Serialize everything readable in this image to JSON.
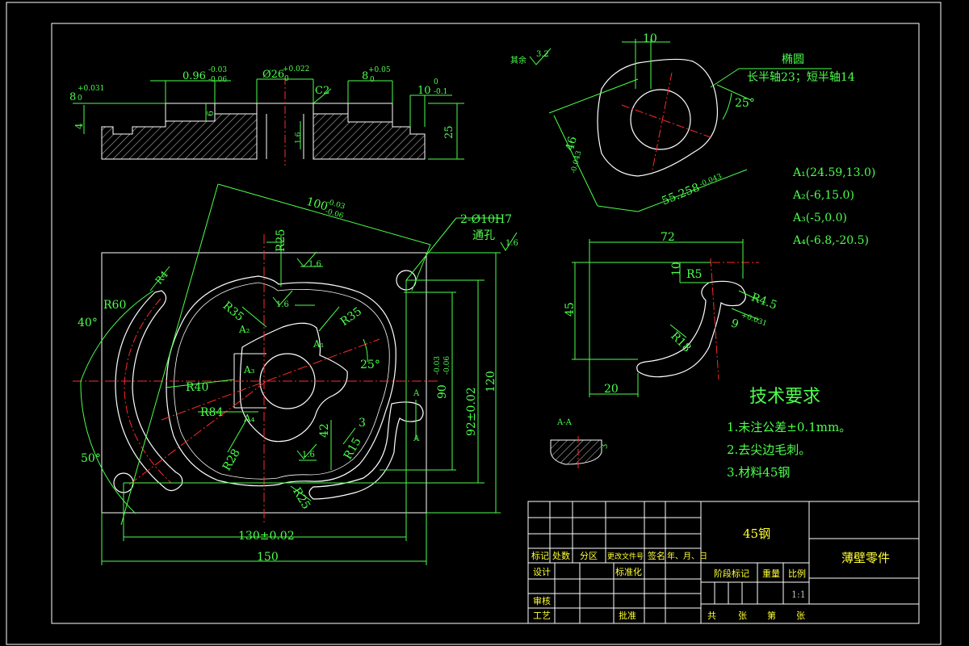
{
  "colors": {
    "background": "#000000",
    "outline": "#ffffff",
    "dimension": "#33ff33",
    "centerline": "#ff2a2a",
    "text_title": "#ffff33"
  },
  "section_view": {
    "dims": {
      "d1": "8",
      "d1_tol_up": "+0.031",
      "d1_tol_lo": "0",
      "d2": "0.96",
      "d2_tol_up": "-0.03",
      "d2_tol_lo": "-0.06",
      "d3": "Ø26",
      "d3_tol_up": "+0.022",
      "d3_tol_lo": "0",
      "d4": "8",
      "d4_tol_up": "+0.05",
      "d4_tol_lo": "0",
      "d5": "10",
      "d5_tol_up": "0",
      "d5_tol_lo": "-0.1",
      "c2": "C2",
      "h4": "4",
      "h6": "6",
      "r16": "1.6",
      "h25": "25"
    }
  },
  "cam_view": {
    "dim_10": "10",
    "ellipse_title": "椭圆",
    "ellipse_axes": "长半轴23；短半轴14",
    "angle": "25°",
    "dim_46": "46",
    "dim_46_tol": "-0.043",
    "dim_55": "55.258",
    "dim_55_tol": "-0.043",
    "roughness_label": "其余",
    "roughness_value": "3.2"
  },
  "points": [
    "A₁(24.59,13.0)",
    "A₂(-6,15.0)",
    "A₃(-5,0.0)",
    "A₄(-6.8,-20.5)"
  ],
  "slot_view": {
    "w72": "72",
    "h10": "10",
    "r5": "R5",
    "h45": "45",
    "r4_5": "R4.5",
    "d9": "9",
    "d9_tol": "+0.031",
    "r18": "R18",
    "w20": "20"
  },
  "main_view": {
    "dim_100": "100",
    "dim_100_tol_up": "-0.03",
    "dim_100_tol_lo": "-0.06",
    "holes": "2-Ø10H7",
    "holes_note": "通孔",
    "roughness": "1.6",
    "r25_top": "R25",
    "r4": "R4",
    "r60": "R60",
    "a40": "40°",
    "a50": "50°",
    "r35a": "R35",
    "r35b": "R35",
    "r40": "R40",
    "r84": "R84",
    "r28": "R28",
    "r25_bot": "R25",
    "r15": "R15",
    "a25": "25°",
    "d42": "42",
    "d3": "3",
    "d90": "90",
    "d90_tol_up": "-0.03",
    "d90_tol_lo": "-0.06",
    "d92": "92±0.02",
    "d120": "120",
    "d130": "130±0.02",
    "d150": "150",
    "sec_a": "A",
    "pt_a1": "A₁",
    "pt_a2": "A₂",
    "pt_a3": "A₃",
    "pt_a4": "A₄"
  },
  "section_aa": {
    "label": "A-A",
    "dim_3": "3"
  },
  "requirements": {
    "title": "技术要求",
    "items": [
      "1.未注公差±0.1mm。",
      "2.去尖边毛刺。",
      "3.材料45钢"
    ]
  },
  "title_block": {
    "material": "45钢",
    "part_name": "薄壁零件",
    "row_headers": [
      "标记",
      "处数",
      "分区",
      "更改文件号",
      "签名",
      "年、月、日"
    ],
    "design": "设计",
    "standard": "标准化",
    "stage_mark": "阶段标记",
    "weight": "重量",
    "scale": "比例",
    "scale_value": "1:1",
    "review": "审核",
    "process": "工艺",
    "approve": "批准",
    "total_sheets": "共",
    "sheets": "张",
    "sheet_no": "第",
    "sheet_of": "张"
  }
}
